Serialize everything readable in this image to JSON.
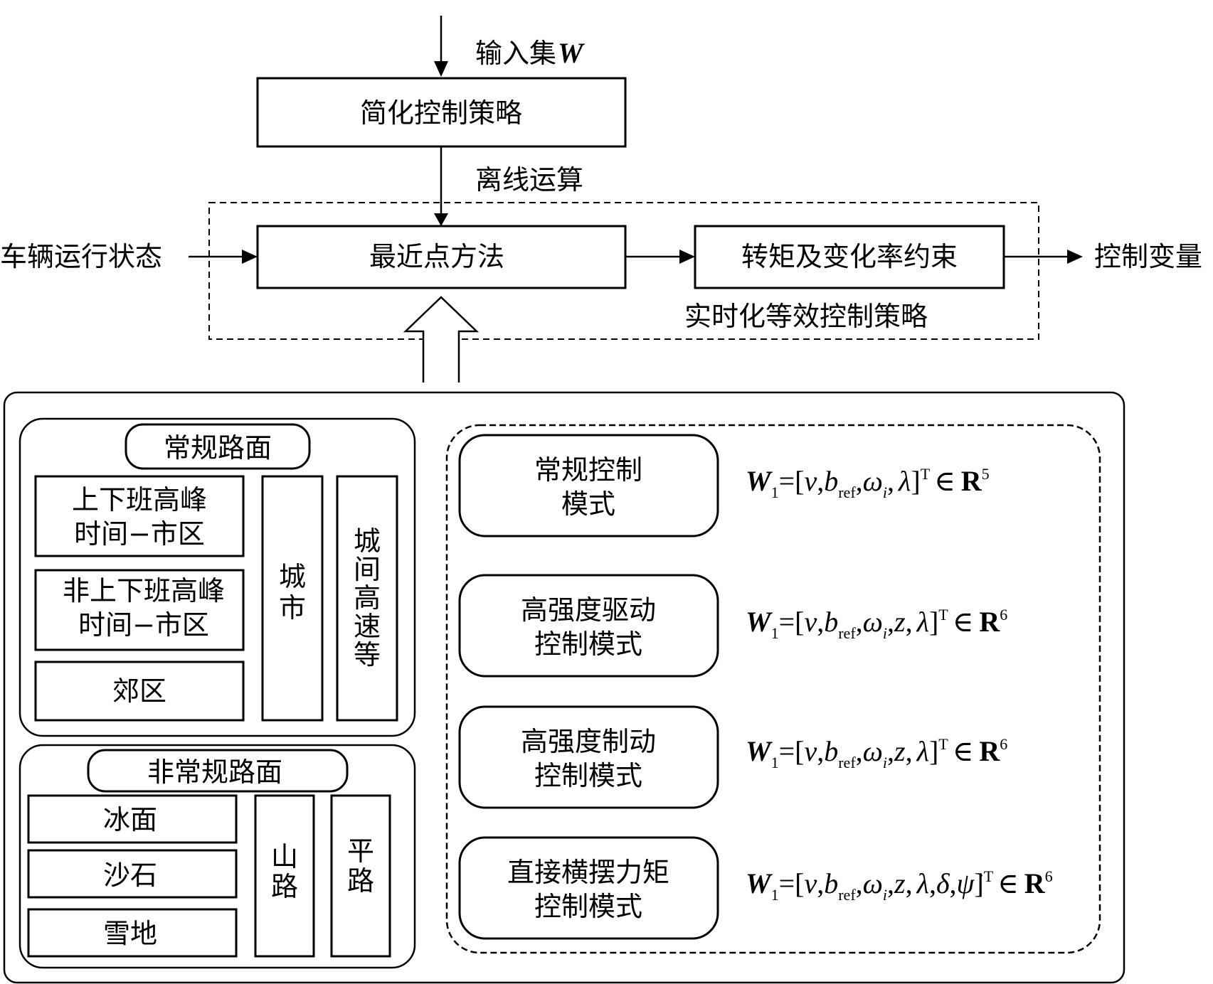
{
  "input_label_text": "输入集",
  "input_label_symbol": "W",
  "simplified_strategy": "简化控制策略",
  "offline_label": "离线运算",
  "vehicle_state": "车辆运行状态",
  "nearest_point": "最近点方法",
  "torque_constraint": "转矩及变化率约束",
  "control_variable": "控制变量",
  "realtime_label": "实时化等效控制策略",
  "regular_road": {
    "title": "常规路面",
    "items": [
      [
        "上下班高峰",
        "时间−市区"
      ],
      [
        "非上下班高峰",
        "时间−市区"
      ],
      [
        "郊区"
      ]
    ],
    "city": [
      "城",
      "市"
    ],
    "intercity": [
      "城",
      "间",
      "高",
      "速",
      "等"
    ]
  },
  "irregular_road": {
    "title": "非常规路面",
    "items": [
      "冰面",
      "沙石",
      "雪地"
    ],
    "mountain": [
      "山",
      "路"
    ],
    "flat": [
      "平",
      "路"
    ]
  },
  "modes": [
    {
      "lines": [
        "常规控制",
        "模式"
      ],
      "vars": [
        "v",
        "b_ref",
        "ω_i",
        "λ"
      ],
      "dim": "5"
    },
    {
      "lines": [
        "高强度驱动",
        "控制模式"
      ],
      "vars": [
        "v",
        "b_ref",
        "ω_i",
        "z",
        "λ"
      ],
      "dim": "6"
    },
    {
      "lines": [
        "高强度制动",
        "控制模式"
      ],
      "vars": [
        "v",
        "b_ref",
        "ω_i",
        "z",
        "λ"
      ],
      "dim": "6"
    },
    {
      "lines": [
        "直接横摆力矩",
        "控制模式"
      ],
      "vars": [
        "v",
        "b_ref",
        "ω_i",
        "z",
        "λ",
        "δ",
        "ψ̇"
      ],
      "dim": "6"
    }
  ],
  "formula_parts": {
    "W": "W",
    "sub1": "1",
    "eq": "=[",
    "v": "v",
    "comma": ",",
    "b": "b",
    "ref": "ref",
    "omega": "ω",
    "i": "i",
    "z": "z",
    "lambda": "λ",
    "delta": "δ",
    "psi": "ψ",
    "close": "]",
    "T": "T",
    "in": "∈",
    "R": "R"
  }
}
